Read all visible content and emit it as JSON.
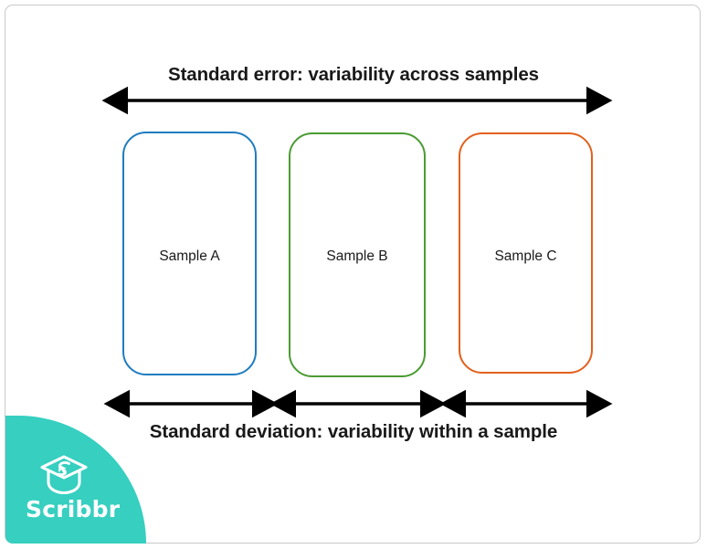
{
  "diagram": {
    "top_caption": "Standard error: variability across samples",
    "bottom_caption": "Standard deviation: variability within a sample",
    "samples": [
      {
        "label": "Sample A",
        "color": "#1f7cc0"
      },
      {
        "label": "Sample B",
        "color": "#4a9b32"
      },
      {
        "label": "Sample C",
        "color": "#e2611c"
      }
    ],
    "arrows": {
      "span_all_samples": "double-headed-arrow",
      "within_sample_a": "double-headed-arrow",
      "within_sample_b": "double-headed-arrow",
      "within_sample_c": "double-headed-arrow"
    },
    "arrow_color": "#000000",
    "frame_color": "#c9c9c9",
    "background": "#ffffff"
  },
  "branding": {
    "name": "Scribbr",
    "badge_color": "#36cfc0",
    "mark": "graduation-cap-icon"
  }
}
